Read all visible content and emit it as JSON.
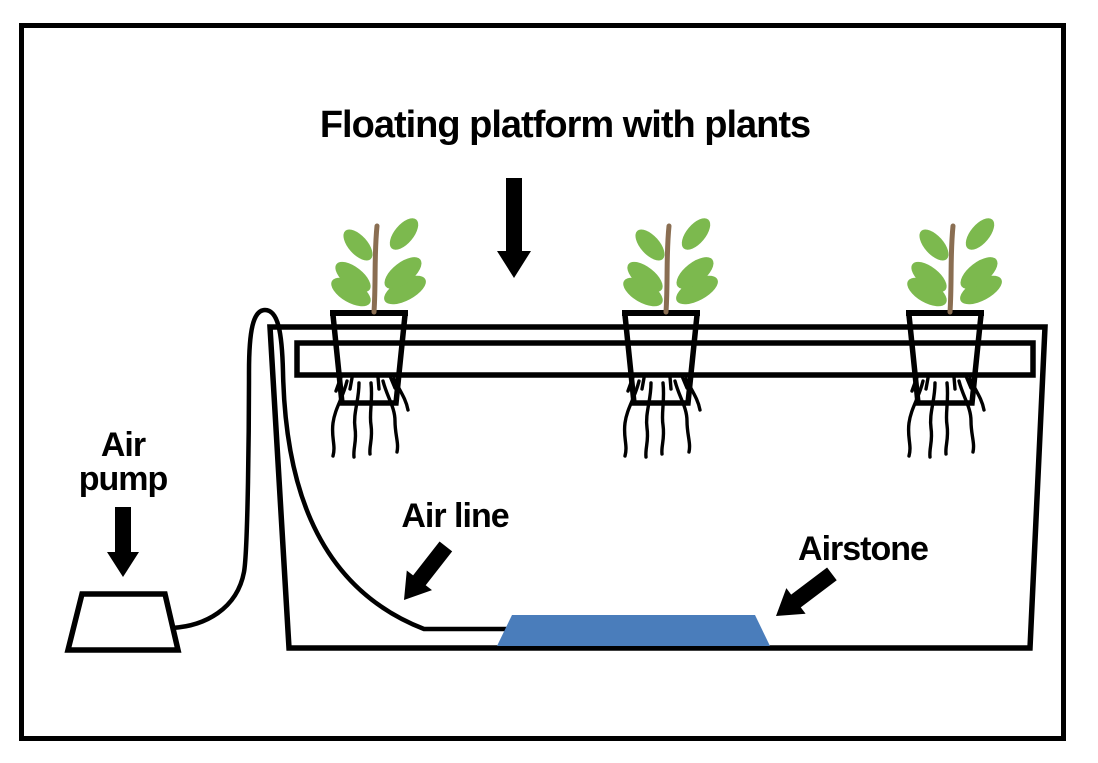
{
  "diagram": {
    "title": "Floating platform with plants",
    "labels": {
      "air_pump": "Air pump",
      "air_line": "Air line",
      "airstone": "Airstone"
    },
    "plants_count": 3,
    "colors": {
      "outline": "#000000",
      "background": "#ffffff",
      "airstone_blue": "#4a7dbb",
      "leaf_green": "#7cb94e",
      "stem_brown": "#8a6e52"
    }
  }
}
